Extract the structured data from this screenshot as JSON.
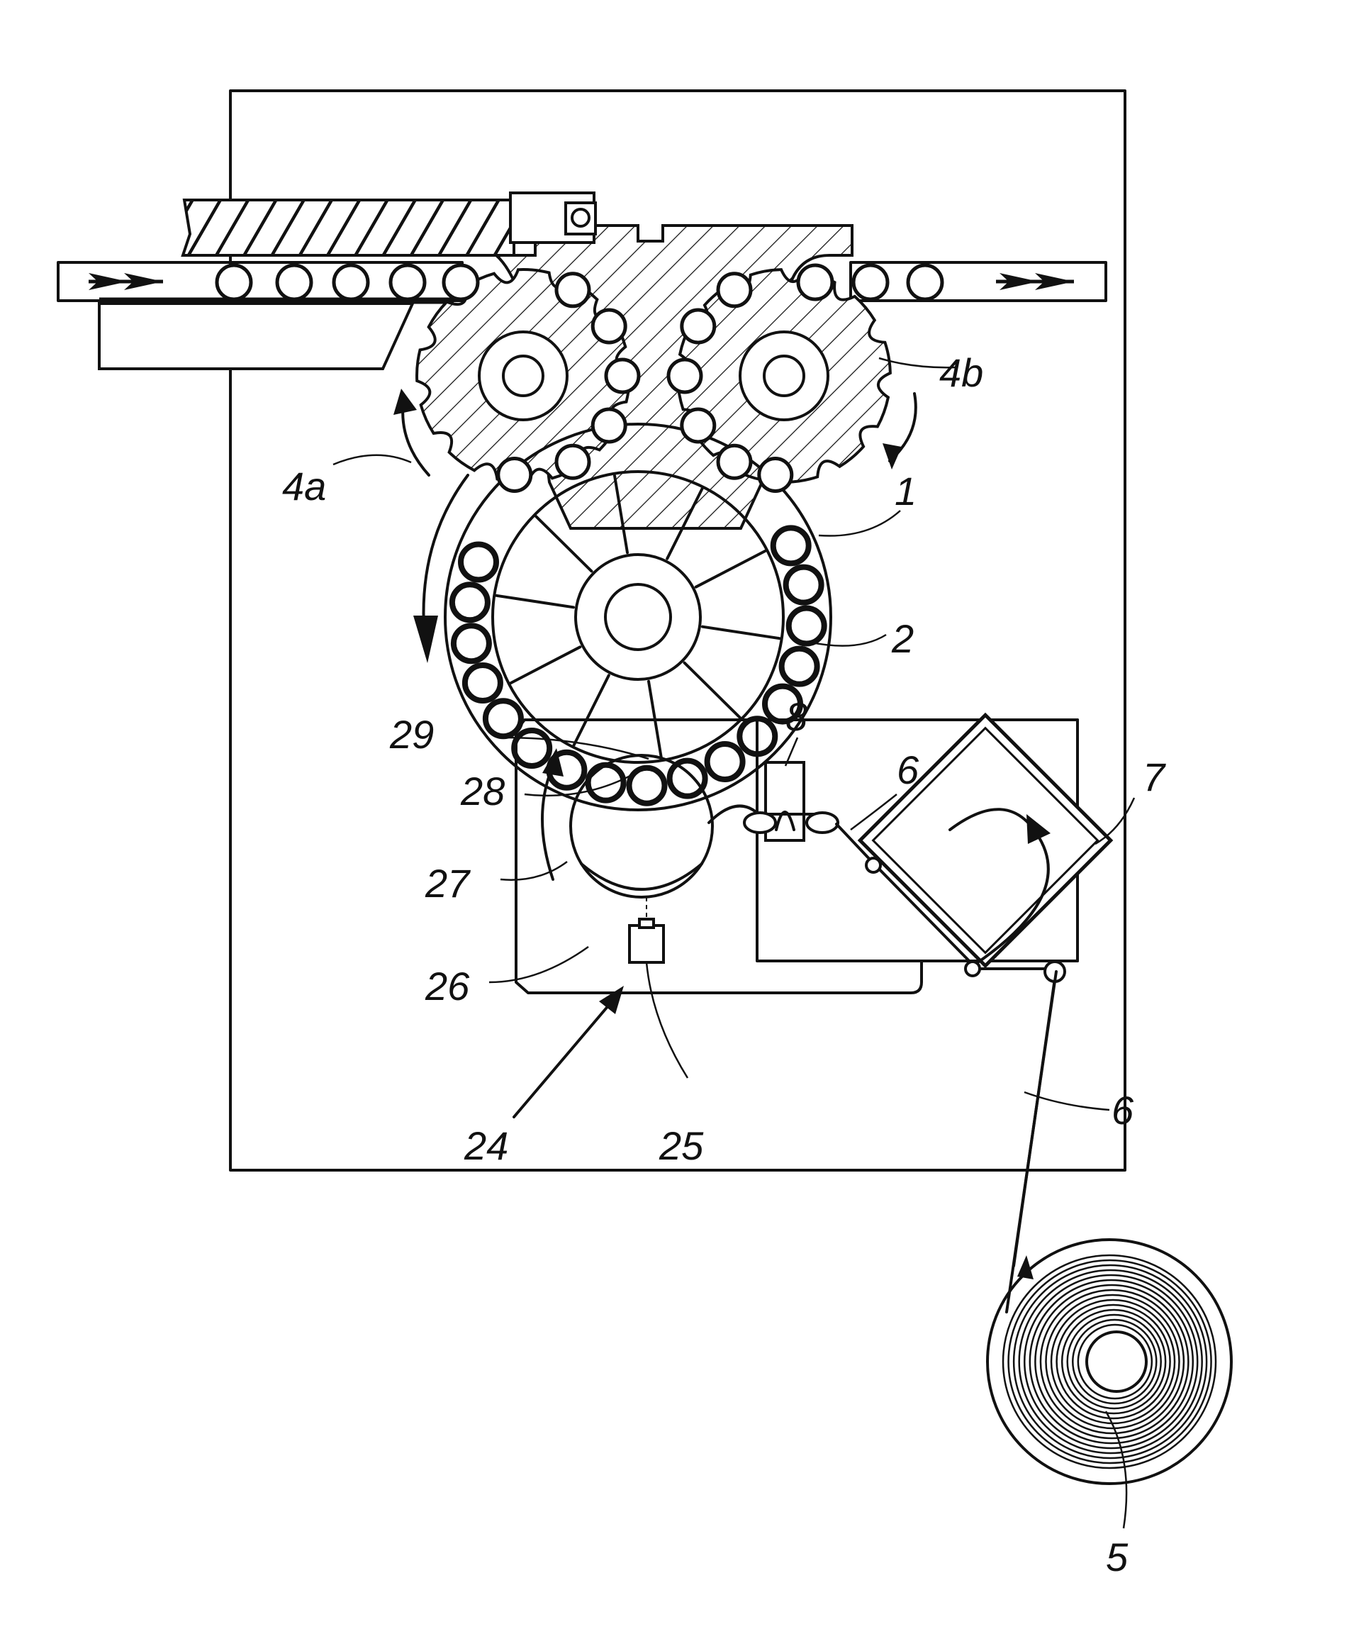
{
  "diagram": {
    "labels": {
      "ref_4a": "4a",
      "ref_4b": "4b",
      "ref_1": "1",
      "ref_2": "2",
      "ref_29": "29",
      "ref_28": "28",
      "ref_8": "8",
      "ref_6_upper": "6",
      "ref_7": "7",
      "ref_27": "27",
      "ref_26": "26",
      "ref_24": "24",
      "ref_25": "25",
      "ref_6_lower": "6",
      "ref_5": "5"
    }
  }
}
